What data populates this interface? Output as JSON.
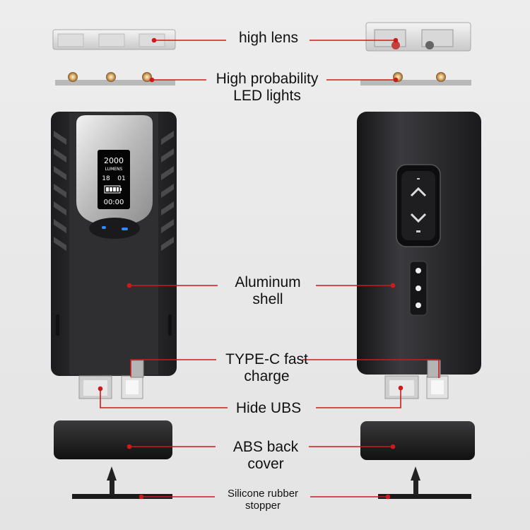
{
  "labels": {
    "high_lens": "high lens",
    "led_line1": "High probability",
    "led_line2": "LED lights",
    "shell_line1": "Aluminum",
    "shell_line2": "shell",
    "typec_line1": "TYPE-C fast",
    "typec_line2": "charge",
    "hide_usb": "Hide UBS",
    "abs_line1": "ABS back",
    "abs_line2": "cover",
    "silicone_line1": "Silicone rubber",
    "silicone_line2": "stopper"
  },
  "display": {
    "lumens_value": "2000",
    "lumens_unit": "LUMENS",
    "mode_left": "18",
    "mode_right": "01",
    "timer": "00:00"
  },
  "colors": {
    "leader_line": "#d0191c",
    "body_dark": "#2b2b2e",
    "plate_silver": "#c8c8c8",
    "indicator_blue": "#2f8cff"
  }
}
